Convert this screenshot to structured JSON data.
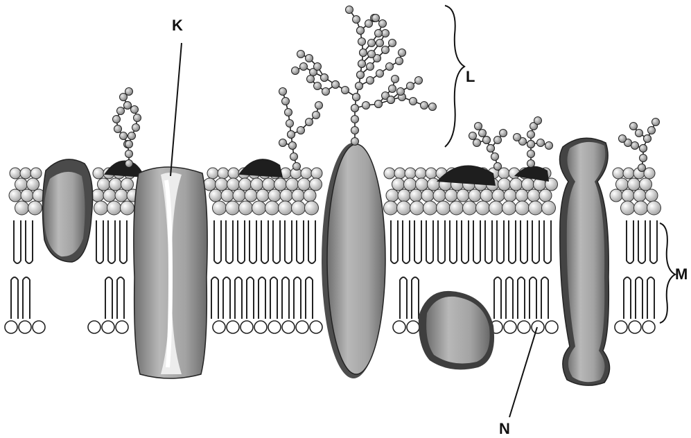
{
  "diagram": {
    "labels": {
      "k": "K",
      "l": "L",
      "m": "M",
      "n": "N"
    },
    "colors": {
      "protein": "#a9a9a9",
      "protein_shade": "#5f5f5f",
      "head_light": "#f2f2f2",
      "head_dark": "#c4c4c4",
      "glyco_bead": "#9a9a9a",
      "outline": "#222222",
      "background": "#ffffff"
    }
  }
}
